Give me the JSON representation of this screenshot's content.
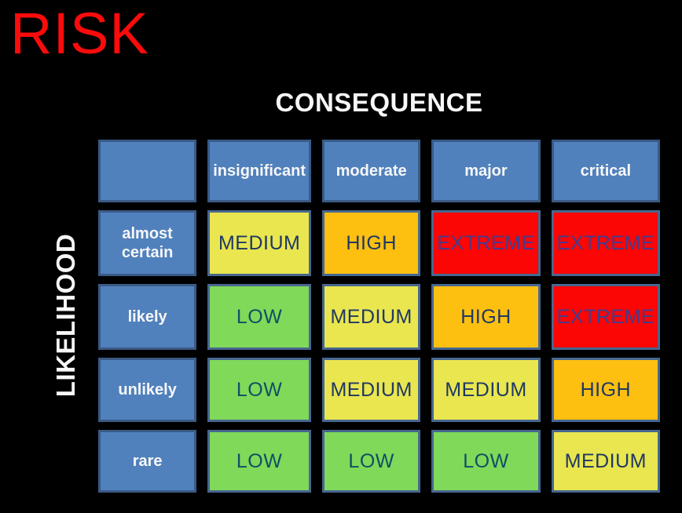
{
  "title": "RISK",
  "axis": {
    "consequence": "CONSEQUENCE",
    "likelihood": "LIKELIHOOD"
  },
  "colors": {
    "background": "#000000",
    "title_red": "#fb0b0b",
    "white": "#f7f7f7",
    "header_blue": "#5081bd",
    "header_blue_border": "#3a5a85",
    "cell_border": "#47678f",
    "low_green": "#80d959",
    "medium_yellow": "#e9e64f",
    "high_orange": "#fdc011",
    "extreme_red": "#fb0505",
    "low_text": "#0f4f66",
    "medium_text": "#1f3864",
    "high_text": "#1f3864",
    "extreme_text": "#3f3e8f"
  },
  "chart_data": {
    "type": "heatmap",
    "title": "RISK",
    "xlabel": "CONSEQUENCE",
    "ylabel": "LIKELIHOOD",
    "x_categories": [
      "insignificant",
      "moderate",
      "major",
      "critical"
    ],
    "y_categories": [
      "almost certain",
      "likely",
      "unlikely",
      "rare"
    ],
    "values": [
      [
        "MEDIUM",
        "HIGH",
        "EXTREME",
        "EXTREME"
      ],
      [
        "LOW",
        "MEDIUM",
        "HIGH",
        "EXTREME"
      ],
      [
        "LOW",
        "MEDIUM",
        "MEDIUM",
        "HIGH"
      ],
      [
        "LOW",
        "LOW",
        "LOW",
        "MEDIUM"
      ]
    ],
    "value_colors": {
      "LOW": "#80d959",
      "MEDIUM": "#e9e64f",
      "HIGH": "#fdc011",
      "EXTREME": "#fb0505"
    },
    "legend_position": "none",
    "grid": false
  }
}
